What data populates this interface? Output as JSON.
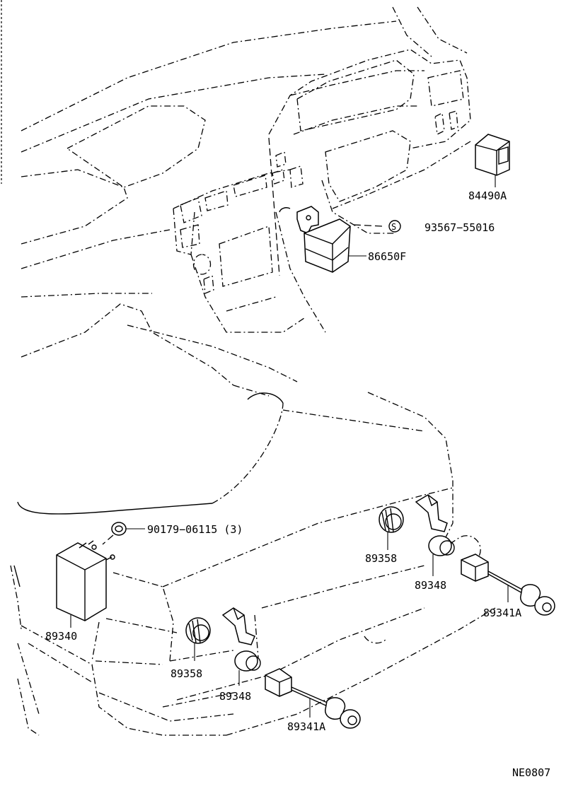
{
  "labels": {
    "p84490a": "84490A",
    "p93567": "93567−55016",
    "p86650f": "86650F",
    "p90179": "90179−06115 (3)",
    "p89358_r": "89358",
    "p89348_r": "89348",
    "p89341a_r": "89341A",
    "p89340": "89340",
    "p89358_l": "89358",
    "p89348_l": "89348",
    "p89341a_l": "89341A",
    "code": "NE0807"
  },
  "symbols": {
    "standard_part": "S"
  }
}
